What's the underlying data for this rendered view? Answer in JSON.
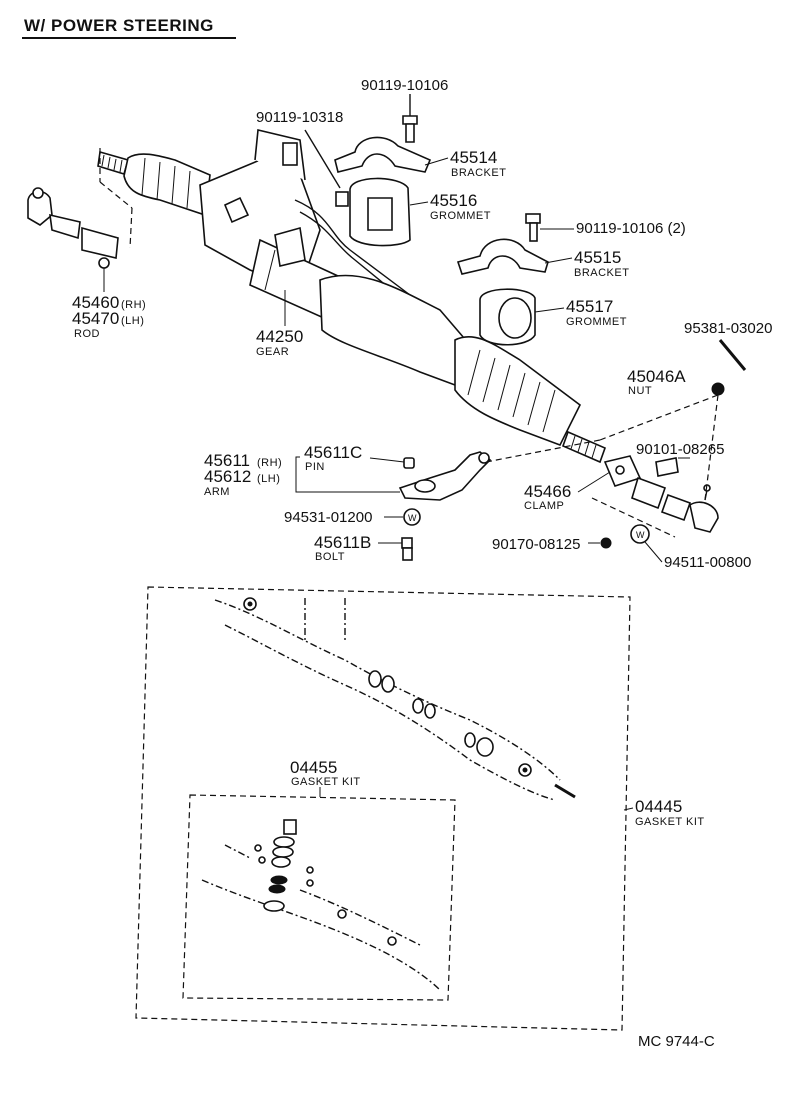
{
  "title": "W/ POWER STEERING",
  "figure_code": "MC 9744-C",
  "parts": {
    "p_90119_10106": {
      "number": "90119-10106"
    },
    "p_90119_10318": {
      "number": "90119-10318"
    },
    "p_45514": {
      "number": "45514",
      "name": "BRACKET"
    },
    "p_45516": {
      "number": "45516",
      "name": "GROMMET"
    },
    "p_90119_10106_2": {
      "number": "90119-10106 (2)"
    },
    "p_45515": {
      "number": "45515",
      "name": "BRACKET"
    },
    "p_45517": {
      "number": "45517",
      "name": "GROMMET"
    },
    "p_95381": {
      "number": "95381-03020"
    },
    "p_45046A": {
      "number": "45046A",
      "name": "NUT"
    },
    "p_90101": {
      "number": "90101-08265"
    },
    "p_45460": {
      "number": "45460",
      "side": "(RH)"
    },
    "p_45470": {
      "number": "45470",
      "side": "(LH)",
      "name": "ROD"
    },
    "p_44250": {
      "number": "44250",
      "name": "GEAR"
    },
    "p_45611": {
      "number": "45611",
      "side": "(RH)"
    },
    "p_45612": {
      "number": "45612",
      "side": "(LH)",
      "name": "ARM"
    },
    "p_45611C": {
      "number": "45611C",
      "name": "PIN"
    },
    "p_45466": {
      "number": "45466",
      "name": "CLAMP"
    },
    "p_94531": {
      "number": "94531-01200"
    },
    "p_45611B": {
      "number": "45611B",
      "name": "BOLT"
    },
    "p_90170": {
      "number": "90170-08125"
    },
    "p_94511": {
      "number": "94511-00800"
    },
    "p_04455": {
      "number": "04455",
      "name": "GASKET KIT"
    },
    "p_04445": {
      "number": "04445",
      "name": "GASKET KIT"
    }
  },
  "washer_symbol": "W"
}
